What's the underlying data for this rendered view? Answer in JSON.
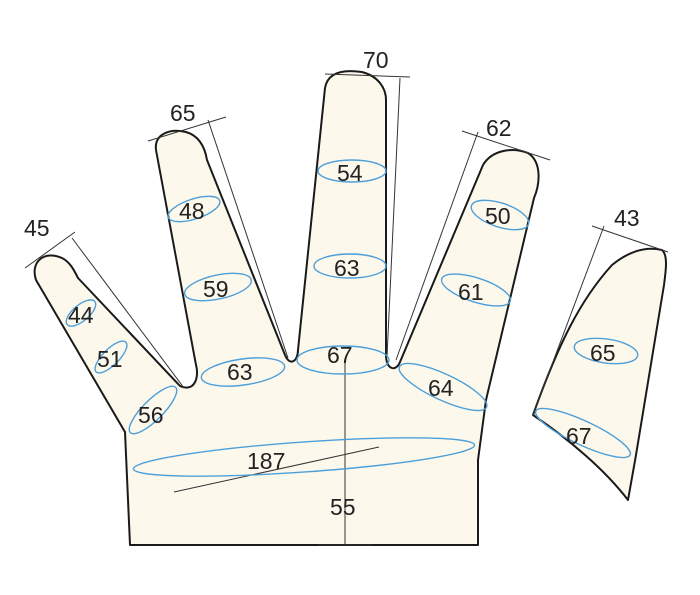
{
  "colors": {
    "skin": "#fdf8ec",
    "outline": "#1a1a1a",
    "ellipse": "#4d9fd9",
    "line": "#333333"
  },
  "measurements": {
    "pinky": {
      "length": "45",
      "d1": "44",
      "d2": "51",
      "base": "56"
    },
    "ring": {
      "length": "65",
      "d1": "48",
      "d2": "59",
      "base": "63"
    },
    "middle": {
      "length": "70",
      "d1": "54",
      "d2": "63",
      "base": "67"
    },
    "index": {
      "length": "62",
      "d1": "50",
      "d2": "61",
      "base": "64"
    },
    "thumb": {
      "length": "43",
      "d1": "65",
      "base": "67"
    },
    "palm": {
      "circumference": "187",
      "length": "55"
    }
  }
}
